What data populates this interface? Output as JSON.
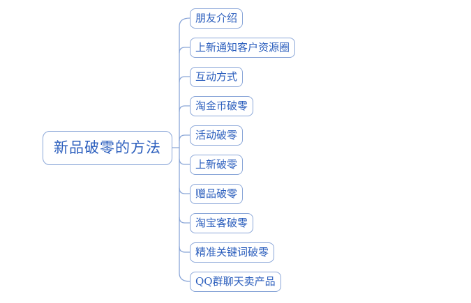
{
  "diagram": {
    "type": "mindmap",
    "root": {
      "label": "新品破零的方法"
    },
    "children": [
      {
        "label": "朋友介绍"
      },
      {
        "label": "上新通知客户资源圈"
      },
      {
        "label": "互动方式"
      },
      {
        "label": "淘金币破零"
      },
      {
        "label": "活动破零"
      },
      {
        "label": "上新破零"
      },
      {
        "label": "赠品破零"
      },
      {
        "label": "淘宝客破零"
      },
      {
        "label": "精准关键词破零"
      },
      {
        "label": "QQ群聊天卖产品"
      }
    ],
    "colors": {
      "background": "#ffffff",
      "node_border": "#8aa6d8",
      "node_text": "#2b5ebd",
      "connector": "#8aa6d8"
    }
  }
}
